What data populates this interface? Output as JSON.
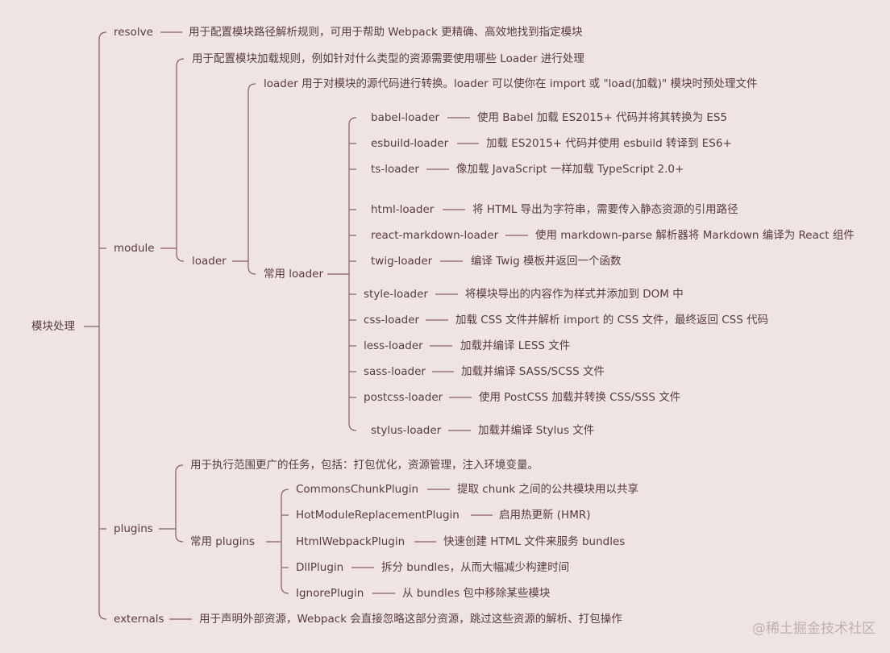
{
  "root": "模块处理",
  "resolve": {
    "label": "resolve",
    "desc": "用于配置模块路径解析规则，可用于帮助 Webpack 更精确、高效地找到指定模块"
  },
  "module": {
    "label": "module",
    "desc": "用于配置模块加载规则，例如针对什么类型的资源需要使用哪些 Loader 进行处理",
    "loader": {
      "label": "loader",
      "desc": "loader 用于对模块的源代码进行转换。loader 可以使你在 import 或 \"load(加载)\" 模块时预处理文件",
      "common_label": "常用 loader",
      "items": [
        {
          "name": "babel-loader",
          "desc": "使用 Babel 加载 ES2015+ 代码并将其转换为 ES5"
        },
        {
          "name": "esbuild-loader",
          "desc": "加载 ES2015+ 代码并使用 esbuild 转译到 ES6+"
        },
        {
          "name": "ts-loader",
          "desc": "像加载 JavaScript 一样加载 TypeScript 2.0+"
        },
        {
          "name": "html-loader",
          "desc": "将 HTML 导出为字符串，需要传入静态资源的引用路径"
        },
        {
          "name": "react-markdown-loader",
          "desc": "使用 markdown-parse 解析器将 Markdown 编译为 React 组件"
        },
        {
          "name": "twig-loader",
          "desc": "编译 Twig 模板并返回一个函数"
        },
        {
          "name": "style-loader",
          "desc": "将模块导出的内容作为样式并添加到 DOM 中"
        },
        {
          "name": "css-loader",
          "desc": "加载 CSS 文件并解析 import 的 CSS 文件，最终返回 CSS 代码"
        },
        {
          "name": "less-loader",
          "desc": "加载并编译 LESS 文件"
        },
        {
          "name": "sass-loader",
          "desc": "加载并编译 SASS/SCSS 文件"
        },
        {
          "name": "postcss-loader",
          "desc": "使用 PostCSS 加载并转换 CSS/SSS 文件"
        },
        {
          "name": "stylus-loader",
          "desc": "加载并编译 Stylus 文件"
        }
      ]
    }
  },
  "plugins": {
    "label": "plugins",
    "desc": "用于执行范围更广的任务，包括：打包优化，资源管理，注入环境变量。",
    "common_label": "常用 plugins",
    "items": [
      {
        "name": "CommonsChunkPlugin",
        "desc": "提取 chunk 之间的公共模块用以共享"
      },
      {
        "name": "HotModuleReplacementPlugin",
        "desc": "启用热更新 (HMR)"
      },
      {
        "name": "HtmlWebpackPlugin",
        "desc": "快速创建 HTML 文件来服务 bundles"
      },
      {
        "name": "DllPlugin",
        "desc": "拆分 bundles，从而大幅减少构建时间"
      },
      {
        "name": "IgnorePlugin",
        "desc": "从 bundles 包中移除某些模块"
      }
    ]
  },
  "externals": {
    "label": "externals",
    "desc": "用于声明外部资源，Webpack 会直接忽略这部分资源，跳过这些资源的解析、打包操作"
  },
  "watermark": "@稀土掘金技术社区",
  "colors": {
    "background": "#eee4e4",
    "line": "#8a5a62",
    "text": "#5a3a40"
  }
}
